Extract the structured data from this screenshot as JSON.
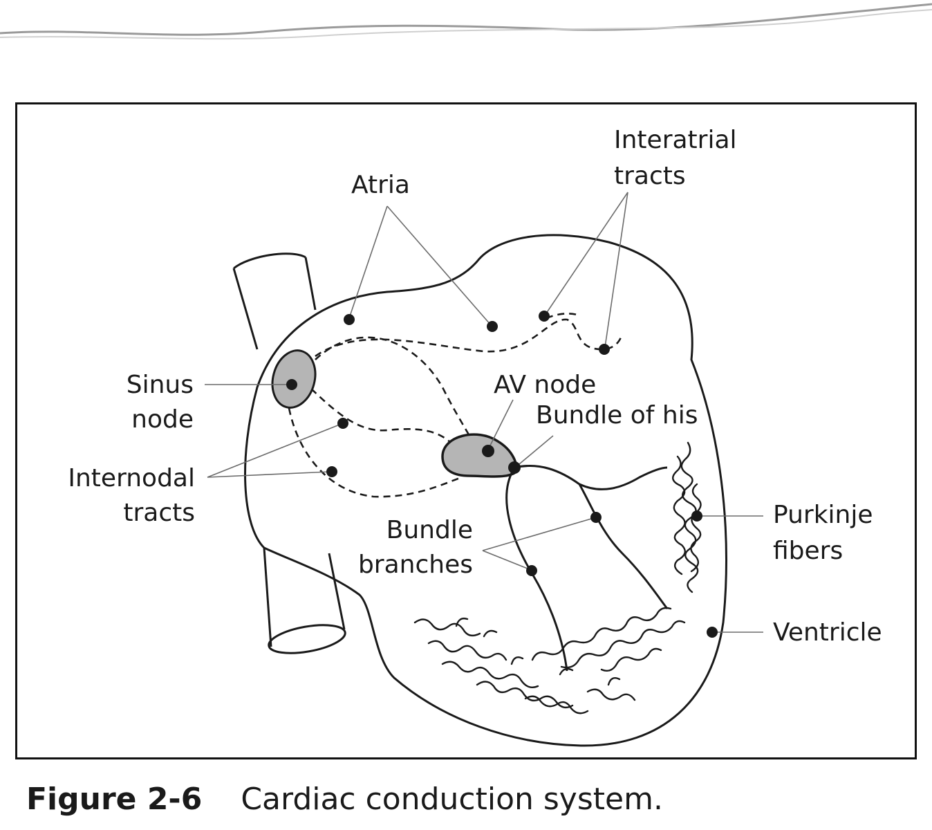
{
  "labels": {
    "atria": "Atria",
    "interatrial_line1": "Interatrial",
    "interatrial_line2": "tracts",
    "sinus_line1": "Sinus",
    "sinus_line2": "node",
    "av_node": "AV node",
    "bundle_of_his": "Bundle of his",
    "internodal_line1": "Internodal",
    "internodal_line2": "tracts",
    "bundle_branches_line1": "Bundle",
    "bundle_branches_line2": "branches",
    "purkinje_line1": "Purkinje",
    "purkinje_line2": "fibers",
    "ventricle": "Ventricle"
  },
  "caption": {
    "number": "Figure 2-6",
    "text": "Cardiac conduction system."
  },
  "colors": {
    "ink": "#1a1a1a",
    "node_fill": "#b5b5b5",
    "leader": "#6b6b6b"
  }
}
